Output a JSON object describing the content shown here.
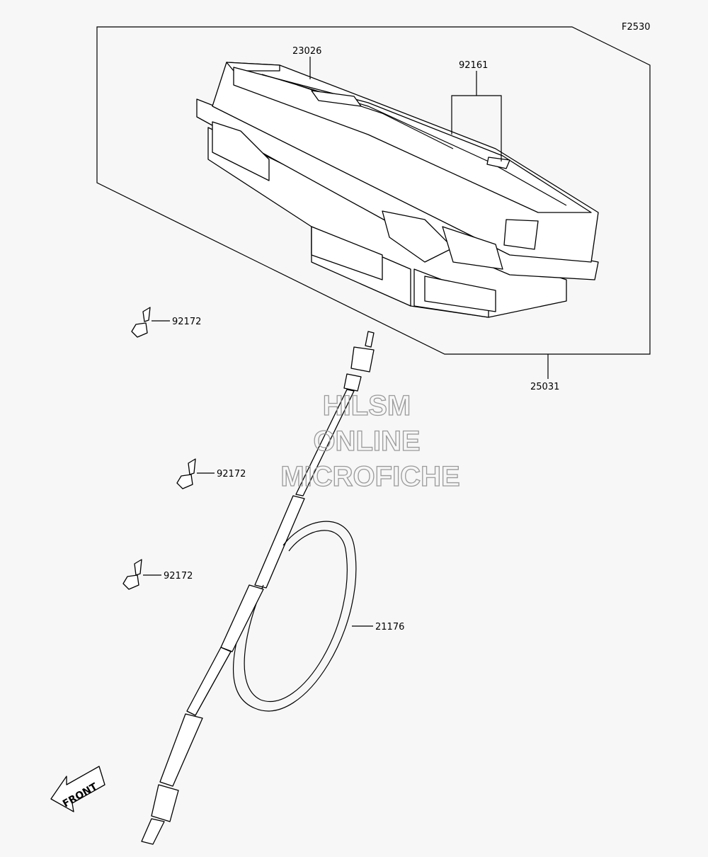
{
  "diagram": {
    "ref_code": "F2530",
    "labels": {
      "meter_glass": "23026",
      "pad": "92161",
      "meter_assy": "25031",
      "screw_top": "92172",
      "screw_mid": "92172",
      "screw_low": "92172",
      "cable": "21176"
    },
    "watermark": [
      "HILSM",
      "ONLINE",
      "MICROFICHE"
    ],
    "front_arrow": "FRONT"
  },
  "colors": {
    "background": "#f7f7f7",
    "line": "#000000",
    "watermark": "#9a9a9a"
  }
}
